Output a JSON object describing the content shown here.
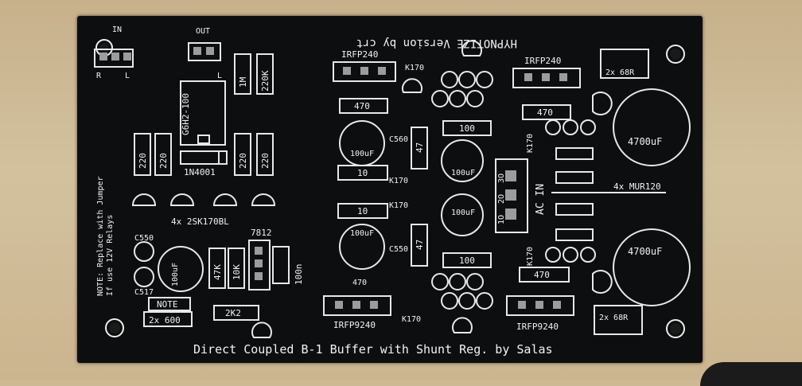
{
  "board": {
    "title": "HYPNOTIZE Version by crt",
    "footer": "Direct Coupled B-1 Buffer with Shunt Reg. by Salas",
    "note_line1": "NOTE: Replace with Jumper",
    "note_line2": "If use 12V Relays",
    "in_label": "IN",
    "out_label": "OUT",
    "r_label": "R",
    "l_label": "L",
    "ac_in": "AC IN",
    "ac_pins": [
      "1O",
      "2O",
      "3O"
    ],
    "mosfets": [
      "IRFP240",
      "IRFP240",
      "IRFP9240",
      "IRFP9240"
    ],
    "jfet_note": "4x 2SK170BL",
    "diode_note": "4x MUR120",
    "res_1m": "1M",
    "res_220k": "220K",
    "res_220": "220",
    "relay": "G6H2-100",
    "diode_1n": "1N4001",
    "res_470": "470",
    "res_10": "10",
    "res_100": "100",
    "res_47": "47",
    "res_47k": "47K",
    "res_10k": "10K",
    "res_2k2": "2K2",
    "cap_100uf": "100uF",
    "cap_4700uf": "4700uF",
    "cap_100n": "100n",
    "c560": "C560",
    "c550": "C550",
    "c517": "C517",
    "k170": "K170",
    "reg": "7812",
    "note_box": "NOTE",
    "note_600": "2x 600",
    "two_68r": "2x 68R"
  },
  "colors": {
    "board": "#0d0e0f",
    "silkscreen": "#f2f2f2",
    "pad": "#9a9c9e",
    "wood": "#cdb994"
  }
}
